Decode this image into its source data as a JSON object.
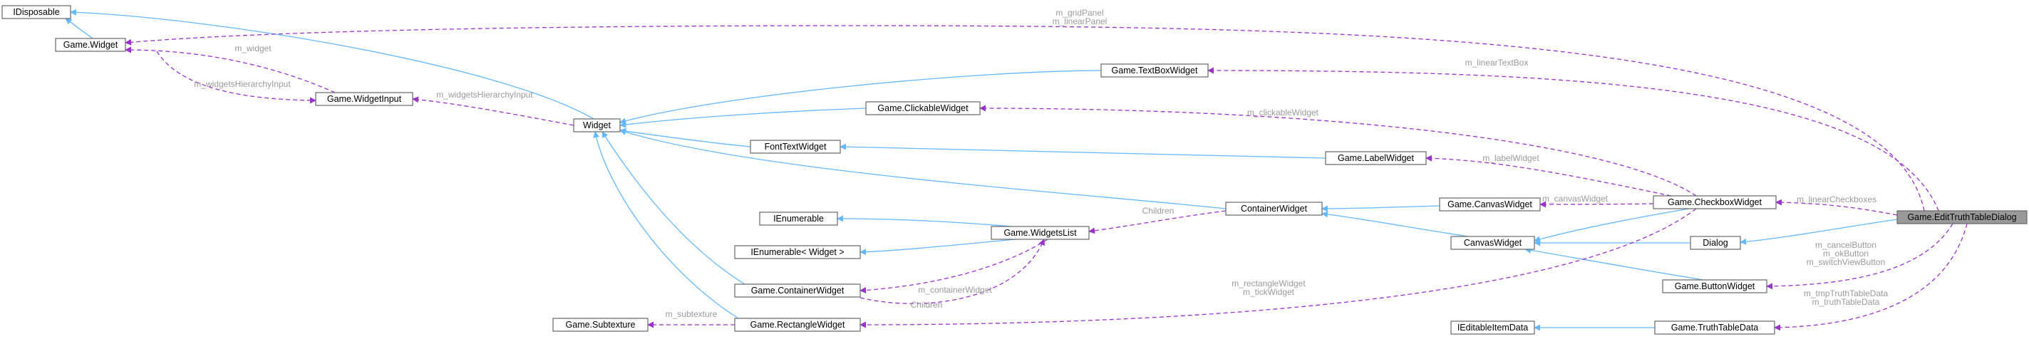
{
  "colors": {
    "inheritance": "#63b8ff",
    "usage": "#9a32cd",
    "node_border": "#666666",
    "node_fill": "#ffffff",
    "highlight_fill": "#999999",
    "label_text": "#9a9a9a"
  },
  "nodes": [
    {
      "id": "idisposable",
      "label": "IDisposable"
    },
    {
      "id": "game_widget",
      "label": "Game.Widget"
    },
    {
      "id": "game_widgetinput",
      "label": "Game.WidgetInput"
    },
    {
      "id": "widget",
      "label": "Widget"
    },
    {
      "id": "game_textboxwidget",
      "label": "Game.TextBoxWidget"
    },
    {
      "id": "game_clickablewidget",
      "label": "Game.ClickableWidget"
    },
    {
      "id": "fonttextwidget",
      "label": "FontTextWidget"
    },
    {
      "id": "game_labelwidget",
      "label": "Game.LabelWidget"
    },
    {
      "id": "ienumerable",
      "label": "IEnumerable"
    },
    {
      "id": "ienumerable_widget",
      "label": "IEnumerable< Widget >"
    },
    {
      "id": "game_widgetslist",
      "label": "Game.WidgetsList"
    },
    {
      "id": "containerwidget",
      "label": "ContainerWidget"
    },
    {
      "id": "game_canvaswidget",
      "label": "Game.CanvasWidget"
    },
    {
      "id": "game_checkboxwidget",
      "label": "Game.CheckboxWidget"
    },
    {
      "id": "game_edittruthtabledialog",
      "label": "Game.EditTruthTableDialog"
    },
    {
      "id": "canvaswidget",
      "label": "CanvasWidget"
    },
    {
      "id": "dialog",
      "label": "Dialog"
    },
    {
      "id": "game_containerwidget",
      "label": "Game.ContainerWidget"
    },
    {
      "id": "game_buttonwidget",
      "label": "Game.ButtonWidget"
    },
    {
      "id": "game_subtexture",
      "label": "Game.Subtexture"
    },
    {
      "id": "game_rectanglewidget",
      "label": "Game.RectangleWidget"
    },
    {
      "id": "ieditableitemdata",
      "label": "IEditableItemData"
    },
    {
      "id": "game_truthtabledata",
      "label": "Game.TruthTableData"
    }
  ],
  "edges": [
    {
      "id": "e_gw_idisp",
      "kind": "inheritance",
      "from": "game_widget",
      "to": "idisposable",
      "labels": []
    },
    {
      "id": "e_w_idisp",
      "kind": "inheritance",
      "from": "widget",
      "to": "idisposable",
      "labels": []
    },
    {
      "id": "e_tb_w",
      "kind": "inheritance",
      "from": "game_textboxwidget",
      "to": "widget",
      "labels": []
    },
    {
      "id": "e_cl_w",
      "kind": "inheritance",
      "from": "game_clickablewidget",
      "to": "widget",
      "labels": []
    },
    {
      "id": "e_ft_w",
      "kind": "inheritance",
      "from": "fonttextwidget",
      "to": "widget",
      "labels": []
    },
    {
      "id": "e_cw_w",
      "kind": "inheritance",
      "from": "containerwidget",
      "to": "widget",
      "labels": []
    },
    {
      "id": "e_gcw_w",
      "kind": "inheritance",
      "from": "game_containerwidget",
      "to": "widget",
      "labels": []
    },
    {
      "id": "e_grw_w",
      "kind": "inheritance",
      "from": "game_rectanglewidget",
      "to": "widget",
      "labels": []
    },
    {
      "id": "e_lw_ft",
      "kind": "inheritance",
      "from": "game_labelwidget",
      "to": "fonttextwidget",
      "labels": []
    },
    {
      "id": "e_wl_ien",
      "kind": "inheritance",
      "from": "game_widgetslist",
      "to": "ienumerable",
      "labels": []
    },
    {
      "id": "e_wl_ienw",
      "kind": "inheritance",
      "from": "game_widgetslist",
      "to": "ienumerable_widget",
      "labels": []
    },
    {
      "id": "e_gcanvas_cw",
      "kind": "inheritance",
      "from": "game_canvaswidget",
      "to": "containerwidget",
      "labels": []
    },
    {
      "id": "e_canvas_cw",
      "kind": "inheritance",
      "from": "canvaswidget",
      "to": "containerwidget",
      "labels": []
    },
    {
      "id": "e_cb_canvas",
      "kind": "inheritance",
      "from": "game_checkboxwidget",
      "to": "canvaswidget",
      "labels": []
    },
    {
      "id": "e_dialog_canvas",
      "kind": "inheritance",
      "from": "dialog",
      "to": "canvaswidget",
      "labels": []
    },
    {
      "id": "e_btn_canvas",
      "kind": "inheritance",
      "from": "game_buttonwidget",
      "to": "canvaswidget",
      "labels": []
    },
    {
      "id": "e_ettd_dialog",
      "kind": "inheritance",
      "from": "game_edittruthtabledialog",
      "to": "dialog",
      "labels": []
    },
    {
      "id": "e_ttd_ieid",
      "kind": "inheritance",
      "from": "game_truthtabledata",
      "to": "ieditableitemdata",
      "labels": []
    },
    {
      "id": "u_wi_gw",
      "kind": "usage",
      "from": "game_widgetinput",
      "to": "game_widget",
      "labels": [
        "m_widget"
      ]
    },
    {
      "id": "u_gw_wi",
      "kind": "usage",
      "from": "game_widget",
      "to": "game_widgetinput",
      "labels": [
        "m_widgetsHierarchyInput"
      ]
    },
    {
      "id": "u_w_wi",
      "kind": "usage",
      "from": "widget",
      "to": "game_widgetinput",
      "labels": [
        "m_widgetsHierarchyInput"
      ]
    },
    {
      "id": "u_ettd_gw",
      "kind": "usage",
      "from": "game_edittruthtabledialog",
      "to": "game_widget",
      "labels": [
        "m_gridPanel",
        "m_linearPanel"
      ]
    },
    {
      "id": "u_ettd_tb",
      "kind": "usage",
      "from": "game_edittruthtabledialog",
      "to": "game_textboxwidget",
      "labels": [
        "m_linearTextBox"
      ]
    },
    {
      "id": "u_cb_cl",
      "kind": "usage",
      "from": "game_checkboxwidget",
      "to": "game_clickablewidget",
      "labels": [
        "m_clickableWidget"
      ]
    },
    {
      "id": "u_cb_lw",
      "kind": "usage",
      "from": "game_checkboxwidget",
      "to": "game_labelwidget",
      "labels": [
        "m_labelWidget"
      ]
    },
    {
      "id": "u_cb_gcanvas",
      "kind": "usage",
      "from": "game_checkboxwidget",
      "to": "game_canvaswidget",
      "labels": [
        "m_canvasWidget"
      ]
    },
    {
      "id": "u_ettd_cb",
      "kind": "usage",
      "from": "game_edittruthtabledialog",
      "to": "game_checkboxwidget",
      "labels": [
        "m_linearCheckboxes"
      ]
    },
    {
      "id": "u_cw_wl",
      "kind": "usage",
      "from": "containerwidget",
      "to": "game_widgetslist",
      "labels": [
        "Children"
      ]
    },
    {
      "id": "u_wl_gcw",
      "kind": "usage",
      "from": "game_widgetslist",
      "to": "game_containerwidget",
      "labels": [
        "m_containerWidget"
      ]
    },
    {
      "id": "u_gcw_wl",
      "kind": "usage",
      "from": "game_containerwidget",
      "to": "game_widgetslist",
      "labels": [
        "Children"
      ]
    },
    {
      "id": "u_cb_grw",
      "kind": "usage",
      "from": "game_checkboxwidget",
      "to": "game_rectanglewidget",
      "labels": [
        "m_rectangleWidget",
        "m_tickWidget"
      ]
    },
    {
      "id": "u_grw_sub",
      "kind": "usage",
      "from": "game_rectanglewidget",
      "to": "game_subtexture",
      "labels": [
        "m_subtexture"
      ]
    },
    {
      "id": "u_ettd_btn",
      "kind": "usage",
      "from": "game_edittruthtabledialog",
      "to": "game_buttonwidget",
      "labels": [
        "m_cancelButton",
        "m_okButton",
        "m_switchViewButton"
      ]
    },
    {
      "id": "u_ettd_ttd",
      "kind": "usage",
      "from": "game_edittruthtabledialog",
      "to": "game_truthtabledata",
      "labels": [
        "m_tmpTruthTableData",
        "m_truthTableData"
      ]
    }
  ]
}
